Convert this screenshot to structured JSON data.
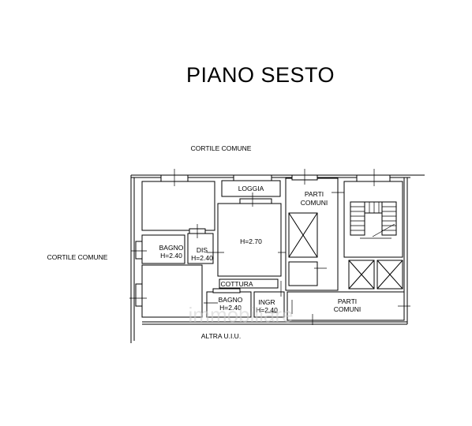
{
  "title": "PIANO SESTO",
  "labels": {
    "cortile_top": "CORTILE COMUNE",
    "cortile_left": "CORTILE COMUNE",
    "loggia": "LOGGIA",
    "parti_comuni_1": [
      "PARTI",
      "COMUNI"
    ],
    "living": "H=2.70",
    "bagno_1": [
      "BAGNO",
      "H=2.40"
    ],
    "dis": [
      "DIS",
      "H=2.40"
    ],
    "cottura": "COTTURA",
    "bagno_2": [
      "BAGNO",
      "H=2.40"
    ],
    "ingr": [
      "INGR",
      "H=2.40"
    ],
    "parti_comuni_2": [
      "PARTI",
      "COMUNI"
    ],
    "altra_uiu": "ALTRA U.I.U."
  },
  "watermark": "immobiliare"
}
